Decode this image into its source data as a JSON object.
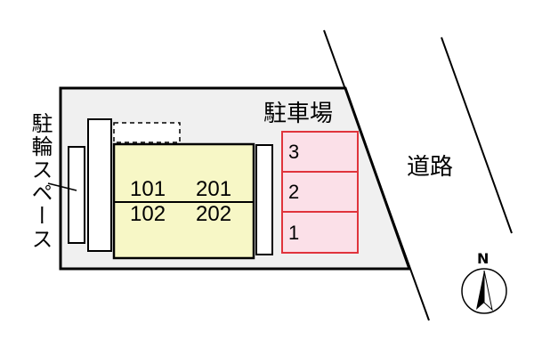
{
  "labels": {
    "bicycle_parking": "駐輪スペース",
    "parking": "駐車場",
    "road": "道路",
    "north": "N"
  },
  "units": [
    "101",
    "201",
    "102",
    "202"
  ],
  "parking_slots": [
    "3",
    "2",
    "1"
  ],
  "colors": {
    "lot_fill": "#f0f0f0",
    "building_fill": "#f7f7c6",
    "parking_fill": "#fbe0e8",
    "parking_border": "#e0343c",
    "line": "#000000"
  }
}
